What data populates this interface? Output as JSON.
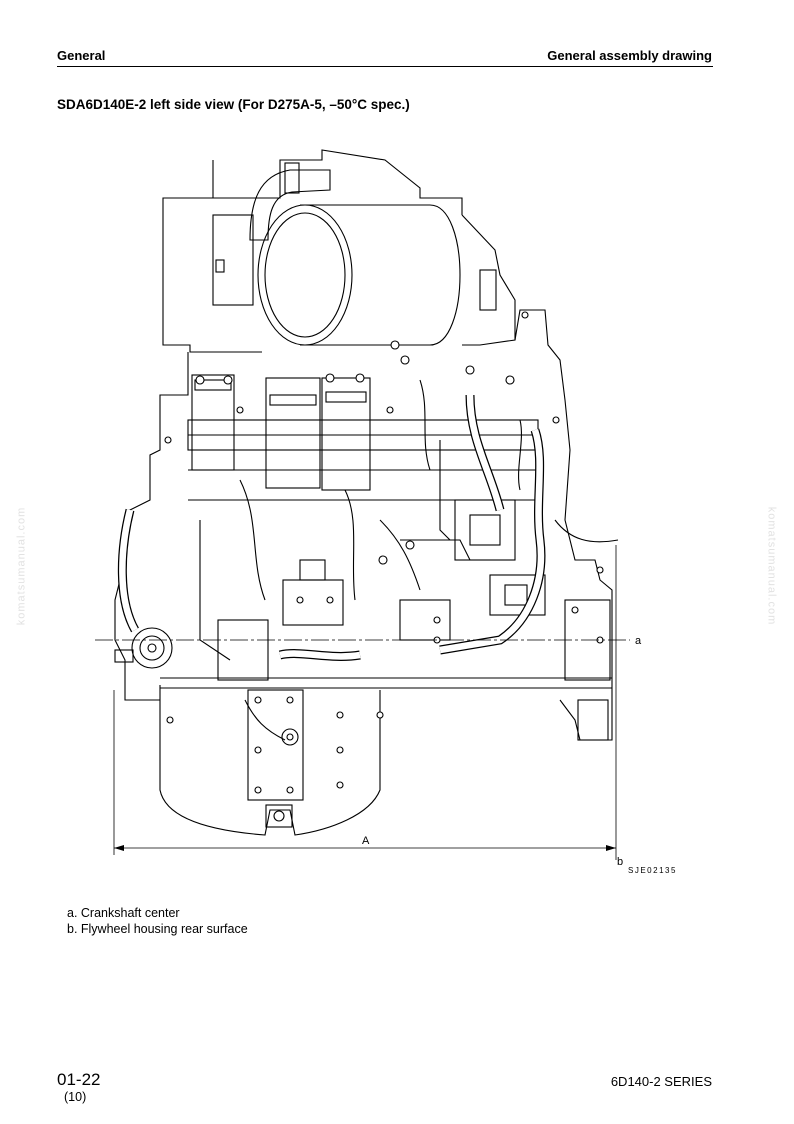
{
  "header": {
    "section": "General",
    "page_title": "General assembly drawing"
  },
  "figure": {
    "title": "SDA6D140E-2 left side view (For D275A-5, –50°C spec.)",
    "dimension_label": "A",
    "ref_a": "a",
    "ref_b": "b",
    "drawing_code": "SJE02135"
  },
  "legend": [
    "a. Crankshaft center",
    "b. Flywheel housing rear surface"
  ],
  "footer": {
    "page_number": "01-22",
    "revision": "(10)",
    "series": "6D140-2 SERIES"
  },
  "watermark": "komatsumanual.com"
}
